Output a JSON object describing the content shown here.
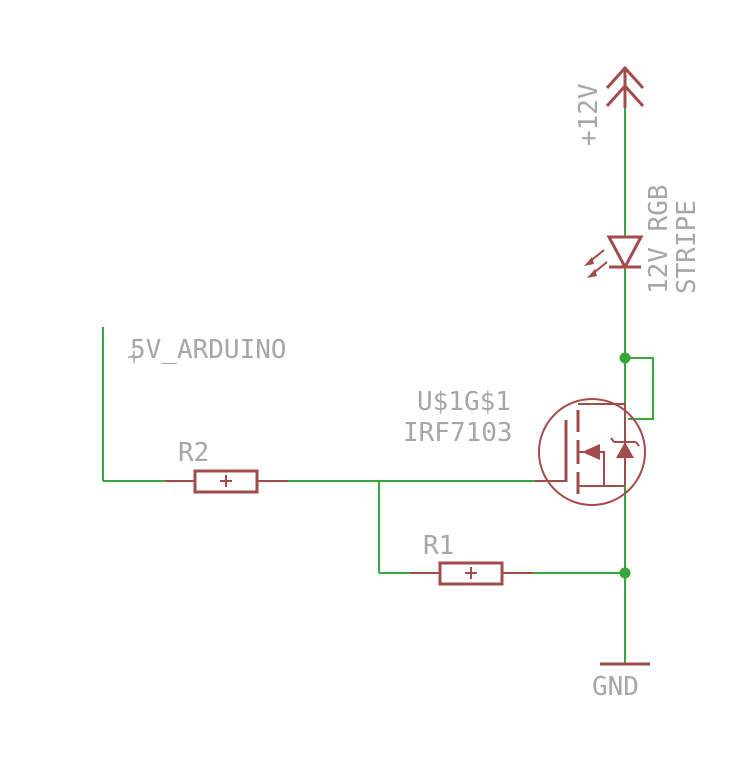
{
  "power": {
    "supply_label": "+12V",
    "ground_label": "GND"
  },
  "input": {
    "net_label": "5V_ARDUINO"
  },
  "led": {
    "label_line1": "12V RGB",
    "label_line2": "STRIPE"
  },
  "mosfet": {
    "name": "U$1G$1",
    "value": "IRF7103"
  },
  "resistors": [
    {
      "name": "R2"
    },
    {
      "name": "R1"
    }
  ],
  "colors": {
    "wire": "#3aa53a",
    "symbol": "#a14b4b",
    "text": "#a6a6a6",
    "background": "#ffffff"
  }
}
